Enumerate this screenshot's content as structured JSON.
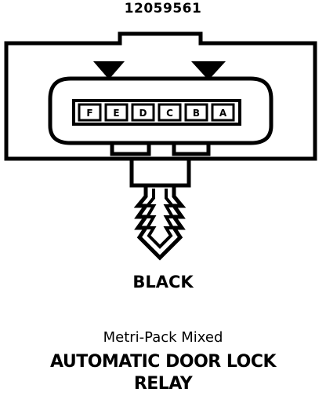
{
  "part_number": "12059561",
  "pins": [
    "F",
    "E",
    "D",
    "C",
    "B",
    "A"
  ],
  "wire_color": "BLACK",
  "connector_type": "Metri-Pack Mixed",
  "component_name": {
    "line1": "AUTOMATIC DOOR LOCK",
    "line2": "RELAY"
  },
  "colors": {
    "ink": "#000000",
    "background": "#ffffff"
  }
}
